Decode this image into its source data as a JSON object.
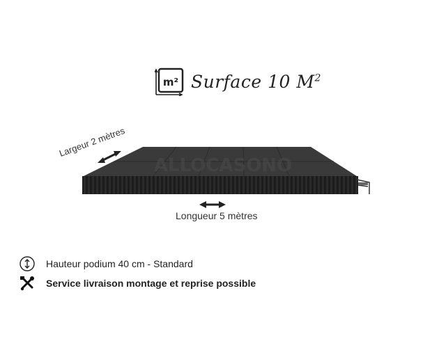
{
  "header": {
    "title": "Surface 10 M",
    "title_sup": "2",
    "icon": "m2-area-icon",
    "icon_text": "m²"
  },
  "dimensions": {
    "width_label": "Largeur 2 mètres",
    "length_label": "Longueur 5 mètres"
  },
  "product": {
    "image": "black-podium-stage",
    "watermark": "ALLOCASONO"
  },
  "features": [
    {
      "icon": "height-arrow-icon",
      "text": "Hauteur podium 40 cm - Standard"
    },
    {
      "icon": "tools-icon",
      "text": "Service livraison montage et reprise possible"
    }
  ],
  "colors": {
    "stage_top": "#3a3a3a",
    "stage_side": "#1a1a1a",
    "text": "#222222"
  }
}
